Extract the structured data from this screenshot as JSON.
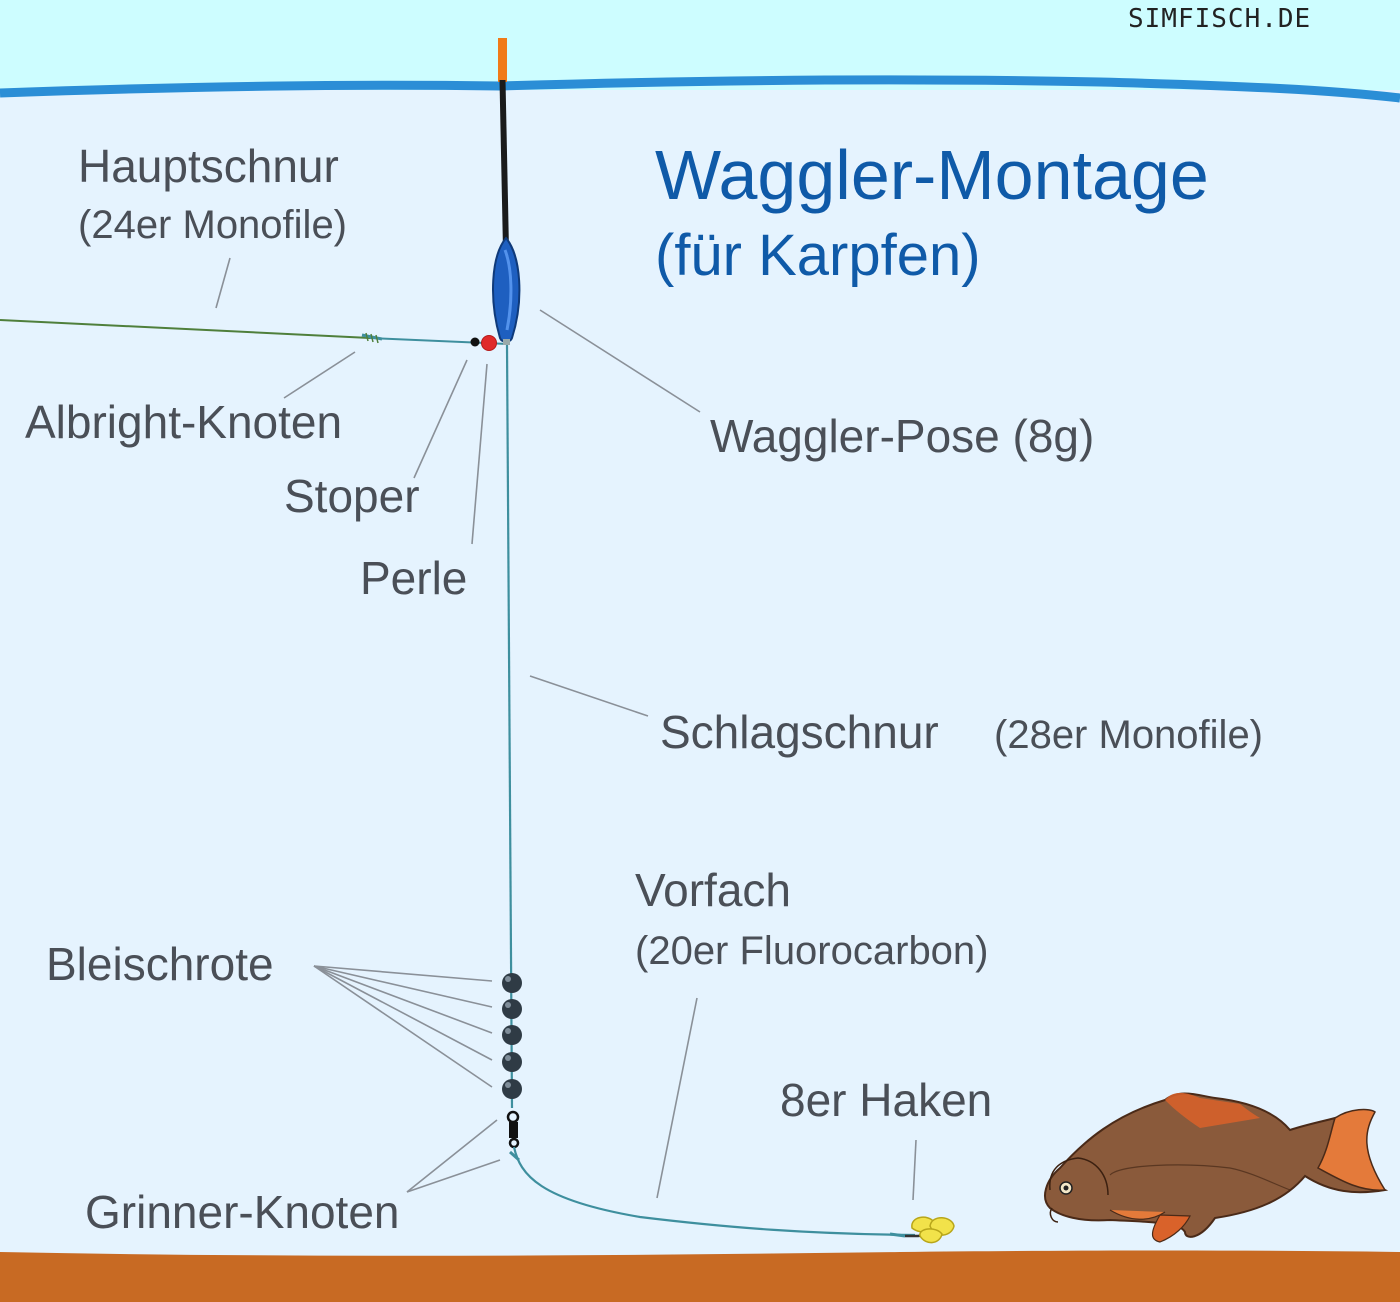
{
  "brand": "SIMFISCH.DE",
  "title": {
    "main": "Waggler-Montage",
    "sub": "(für Karpfen)"
  },
  "labels": {
    "hauptschnur": "Hauptschnur",
    "hauptschnur_spec": "(24er Monofile)",
    "albright": "Albright-Knoten",
    "stoper": "Stoper",
    "perle": "Perle",
    "waggler_pose": "Waggler-Pose (8g)",
    "schlagschnur": "Schlagschnur",
    "schlagschnur_spec": "(28er Monofile)",
    "vorfach": "Vorfach",
    "vorfach_spec": "(20er Fluorocarbon)",
    "bleischrote": "Bleischrote",
    "haken": "8er Haken",
    "grinner": "Grinner-Knoten"
  },
  "colors": {
    "sky": "#cdfdff",
    "water": "#e5f3fe",
    "surface": "#2b8ed6",
    "ground": "#c86a23",
    "title": "#0f5aa8",
    "text": "#4a4f57",
    "main_line": "#4f7f3b",
    "leader_line": "#3e8f9e",
    "float_body": "#1e5fc0",
    "float_tip": "#f07a18",
    "bead": "#e02a2a",
    "shot": "#2f3b45",
    "bait": "#f2e24a"
  },
  "icons": [
    "waggler-float-icon",
    "split-shot-icon",
    "swivel-icon",
    "hook-icon",
    "corn-bait-icon",
    "carp-fish-icon"
  ]
}
